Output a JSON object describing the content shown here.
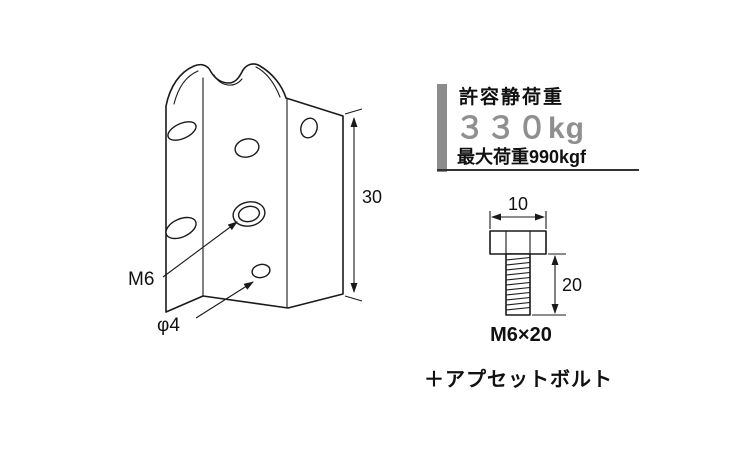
{
  "diagram": {
    "bracket": {
      "m6_label": "M6",
      "phi4_label": "φ4",
      "height_dim": "30"
    },
    "load": {
      "title": "許容静荷重",
      "value": "３３０kg",
      "max_load": "最大荷重990kgf"
    },
    "bolt": {
      "head_width_dim": "10",
      "shank_length_dim": "20",
      "size_label": "M6×20",
      "note": "＋アプセットボルト"
    },
    "colors": {
      "line": "#1a1a1a",
      "gray_bar": "#8c8c8c",
      "value_gray": "#8f8f8f"
    }
  }
}
